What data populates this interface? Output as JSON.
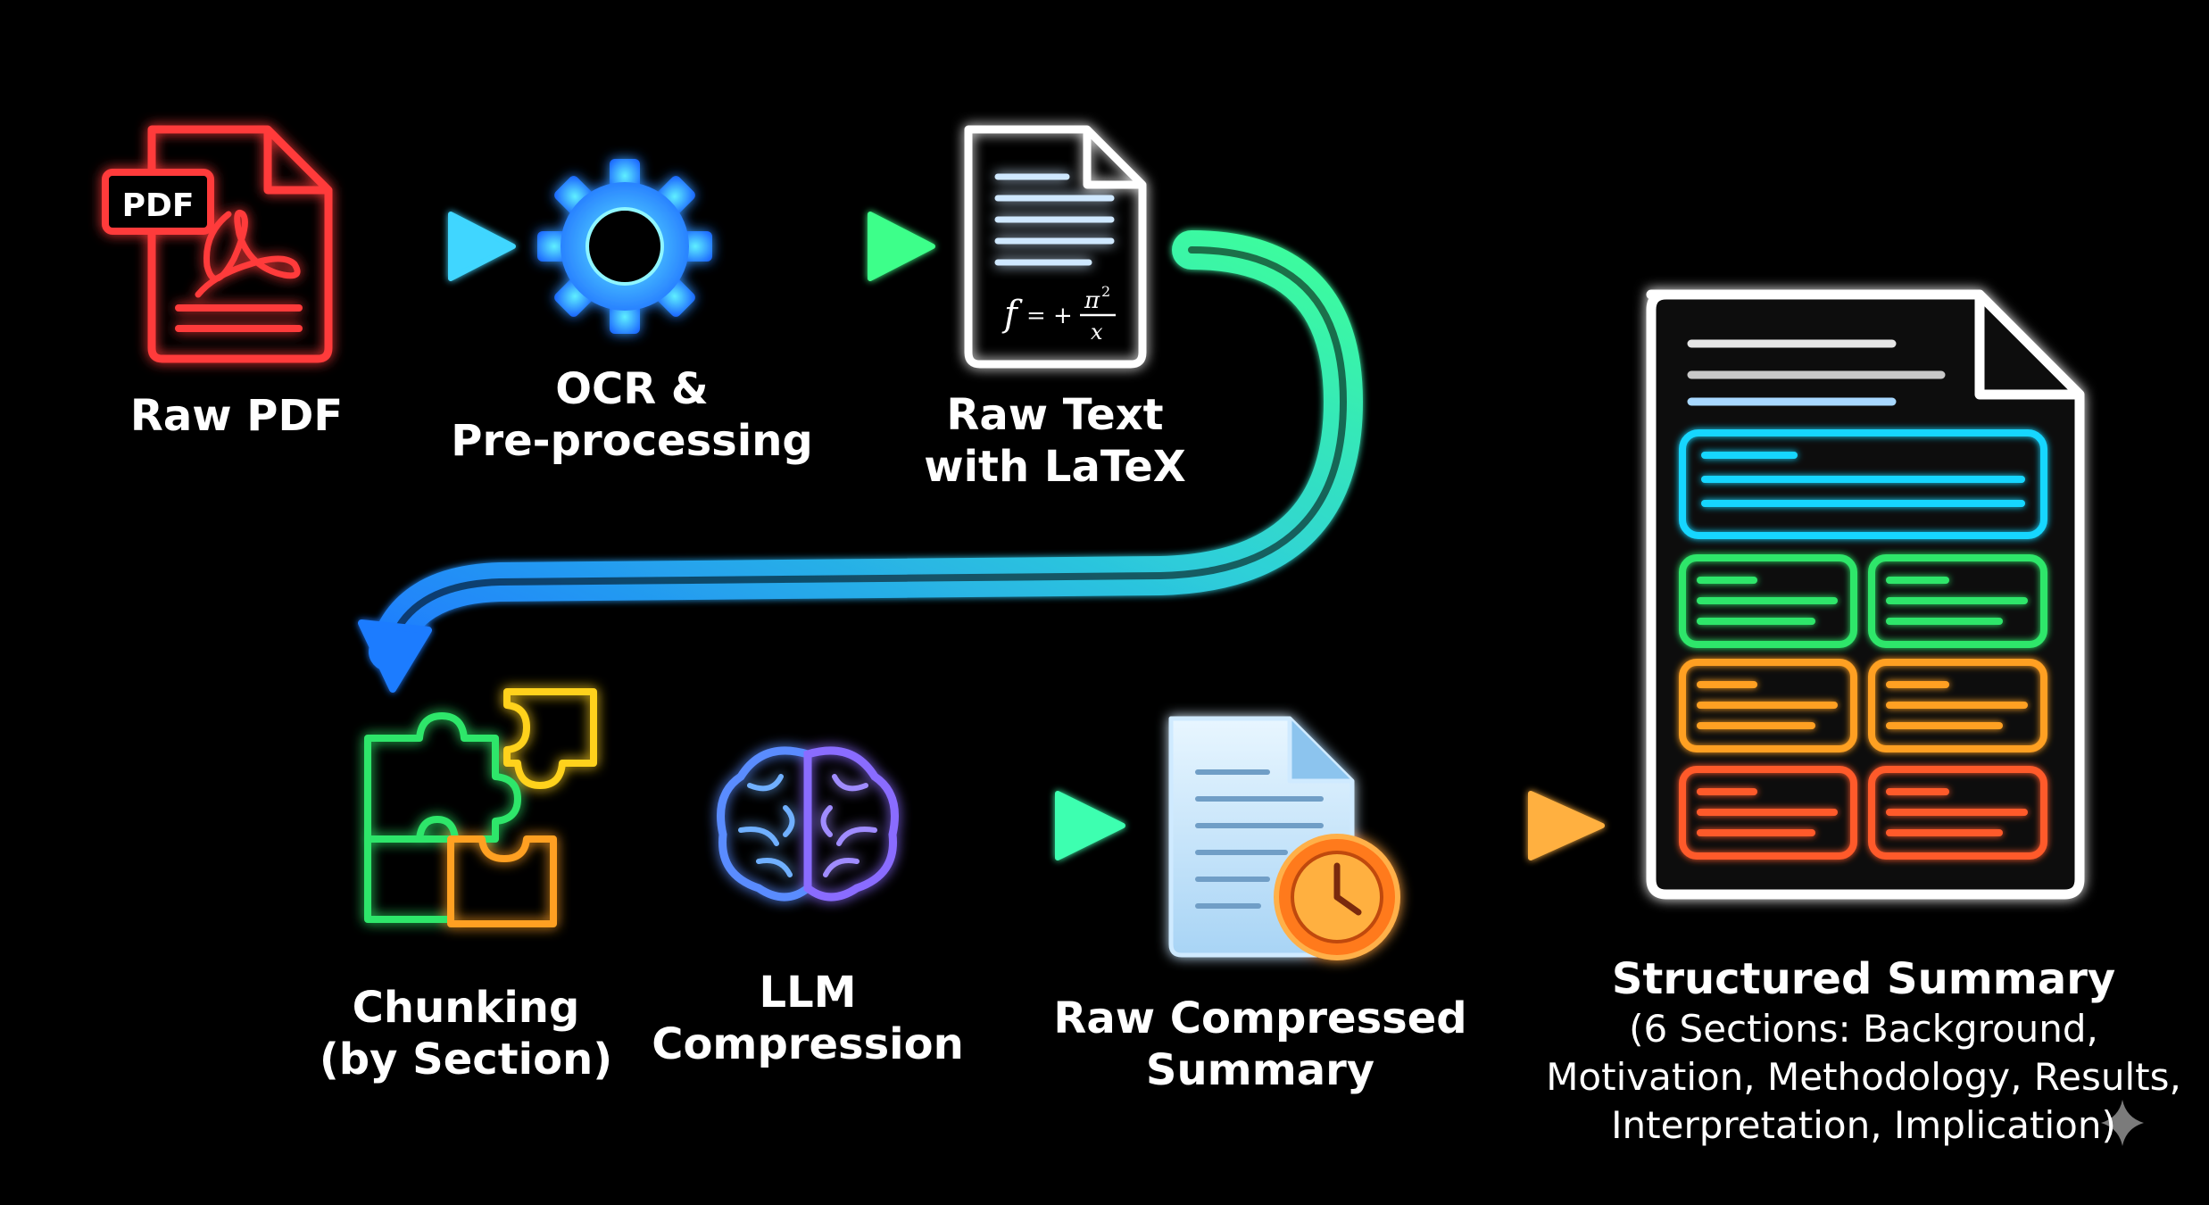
{
  "nodes": {
    "raw_pdf": {
      "badge": "PDF",
      "label": "Raw PDF"
    },
    "ocr": {
      "label_line1": "OCR &",
      "label_line2": "Pre-processing"
    },
    "raw_text": {
      "formula_f": "f",
      "formula_rest": "= +",
      "formula_pi": "π",
      "formula_exp": "2",
      "formula_x": "x",
      "label_line1": "Raw Text",
      "label_line2": "with LaTeX"
    },
    "chunking": {
      "label_line1": "Chunking",
      "label_line2": "(by Section)"
    },
    "llm": {
      "label_line1": "LLM",
      "label_line2": "Compression"
    },
    "compressed": {
      "label_line1": "Raw Compressed",
      "label_line2": "Summary"
    },
    "structured": {
      "label_title": "Structured Summary",
      "label_sub1": "(6 Sections: Background,",
      "label_sub2": "Motivation, Methodology, Results,",
      "label_sub3": "Interpretation, Implication)"
    }
  },
  "colors": {
    "background": "#000000",
    "pdf_red": "#ff3b3b",
    "gear_blue": "#2aa8ff",
    "arrow_cyan": "#3cc8ff",
    "arrow_green": "#3dff9a",
    "doc_white": "#ffffff",
    "section_cyan": "#19d6ff",
    "section_green": "#2ee66b",
    "section_orange": "#ffa020",
    "section_red": "#ff5a2a",
    "brain_blue": "#5a8cff",
    "clock_orange": "#ff8c1a"
  },
  "icons": [
    "pdf-document-icon",
    "gear-icon",
    "latex-document-icon",
    "puzzle-icon",
    "brain-icon",
    "document-clock-icon",
    "structured-document-icon",
    "sparkle-icon"
  ]
}
